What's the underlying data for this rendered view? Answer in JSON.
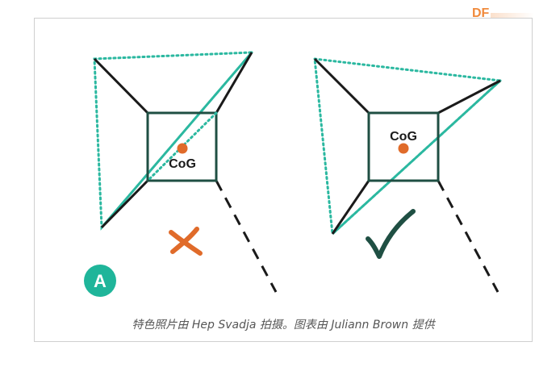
{
  "watermark": {
    "text": "DF"
  },
  "panel_left": {
    "badge_label": "A",
    "cog_label": "CoG",
    "verdict": "cross-mark"
  },
  "panel_right": {
    "cog_label": "CoG",
    "verdict": "check-mark"
  },
  "caption": "特色照片由 Hep Svadja 拍摄。图表由 Juliann Brown 提供",
  "colors": {
    "frame_border": "#cfcfcf",
    "arm": "#1a1a1a",
    "box": "#1f4f43",
    "dotted": "#2bb8a0",
    "cog_dot": "#e06b2a",
    "cross": "#e06b2a",
    "check": "#1f4f43",
    "badge": "#1fb59a",
    "caption_text": "#555555",
    "watermark": "#f08a3c"
  }
}
